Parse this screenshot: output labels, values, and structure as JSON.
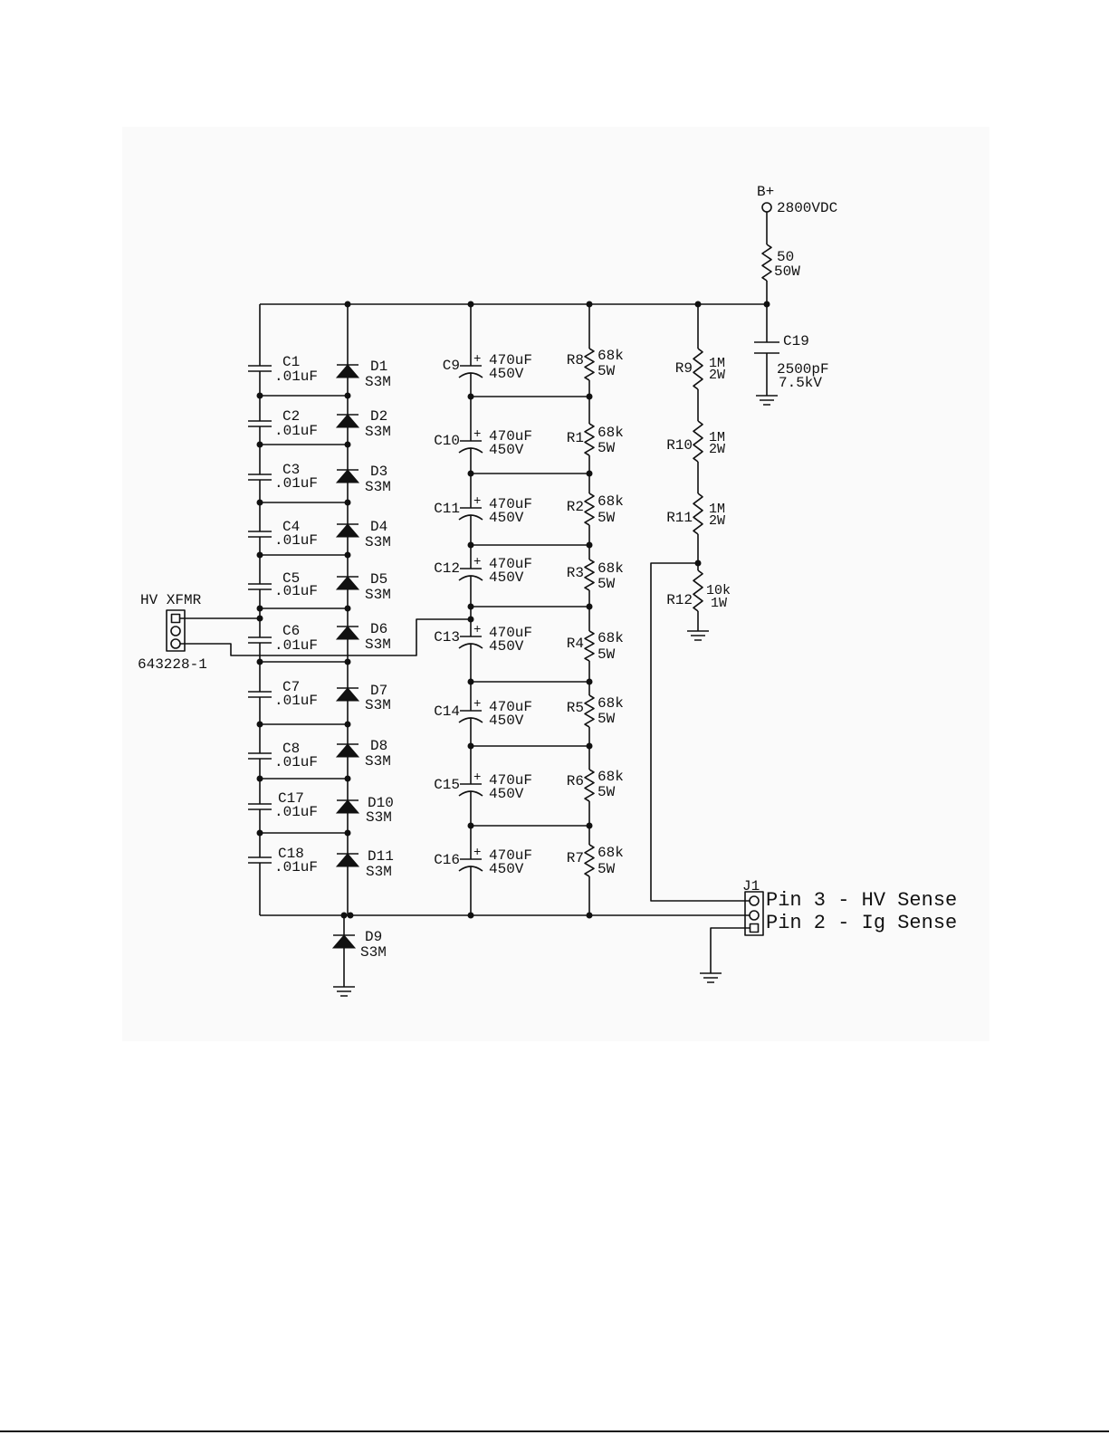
{
  "supply": {
    "label": "B+",
    "voltage": "2800VDC"
  },
  "input_resistor": {
    "value": "50",
    "power": "50W"
  },
  "c19": {
    "ref": "C19",
    "value": "2500pF",
    "rating": "7.5kV"
  },
  "hv_xfmr": {
    "name": "HV XFMR",
    "part": "643228-1"
  },
  "ladder_caps": [
    {
      "ref": "C1",
      "value": ".01uF"
    },
    {
      "ref": "C2",
      "value": ".01uF"
    },
    {
      "ref": "C3",
      "value": ".01uF"
    },
    {
      "ref": "C4",
      "value": ".01uF"
    },
    {
      "ref": "C5",
      "value": ".01uF"
    },
    {
      "ref": "C6",
      "value": ".01uF"
    },
    {
      "ref": "C7",
      "value": ".01uF"
    },
    {
      "ref": "C8",
      "value": ".01uF"
    },
    {
      "ref": "C17",
      "value": ".01uF"
    },
    {
      "ref": "C18",
      "value": ".01uF"
    }
  ],
  "ladder_diodes": [
    {
      "ref": "D1",
      "part": "S3M"
    },
    {
      "ref": "D2",
      "part": "S3M"
    },
    {
      "ref": "D3",
      "part": "S3M"
    },
    {
      "ref": "D4",
      "part": "S3M"
    },
    {
      "ref": "D5",
      "part": "S3M"
    },
    {
      "ref": "D6",
      "part": "S3M"
    },
    {
      "ref": "D7",
      "part": "S3M"
    },
    {
      "ref": "D8",
      "part": "S3M"
    },
    {
      "ref": "D10",
      "part": "S3M"
    },
    {
      "ref": "D11",
      "part": "S3M"
    }
  ],
  "d9": {
    "ref": "D9",
    "part": "S3M"
  },
  "filter_caps": [
    {
      "ref": "C9",
      "polarity": "+",
      "value": "470uF",
      "rating": "450V"
    },
    {
      "ref": "C10",
      "polarity": "+",
      "value": "470uF",
      "rating": "450V"
    },
    {
      "ref": "C11",
      "polarity": "+",
      "value": "470uF",
      "rating": "450V"
    },
    {
      "ref": "C12",
      "polarity": "+",
      "value": "470uF",
      "rating": "450V"
    },
    {
      "ref": "C13",
      "polarity": "+",
      "value": "470uF",
      "rating": "450V"
    },
    {
      "ref": "C14",
      "polarity": "+",
      "value": "470uF",
      "rating": "450V"
    },
    {
      "ref": "C15",
      "polarity": "+",
      "value": "470uF",
      "rating": "450V"
    },
    {
      "ref": "C16",
      "polarity": "+",
      "value": "470uF",
      "rating": "450V"
    }
  ],
  "bleeder_resistors": [
    {
      "ref": "R8",
      "value": "68k",
      "power": "5W"
    },
    {
      "ref": "R1",
      "value": "68k",
      "power": "5W"
    },
    {
      "ref": "R2",
      "value": "68k",
      "power": "5W"
    },
    {
      "ref": "R3",
      "value": "68k",
      "power": "5W"
    },
    {
      "ref": "R4",
      "value": "68k",
      "power": "5W"
    },
    {
      "ref": "R5",
      "value": "68k",
      "power": "5W"
    },
    {
      "ref": "R6",
      "value": "68k",
      "power": "5W"
    },
    {
      "ref": "R7",
      "value": "68k",
      "power": "5W"
    }
  ],
  "divider_resistors": [
    {
      "ref": "R9",
      "value": "1M",
      "power": "2W"
    },
    {
      "ref": "R10",
      "value": "1M",
      "power": "2W"
    },
    {
      "ref": "R11",
      "value": "1M",
      "power": "2W"
    },
    {
      "ref": "R12",
      "value": "10k",
      "power": "1W"
    }
  ],
  "j1": {
    "ref": "J1",
    "pin3_label": "Pin 3 - HV Sense",
    "pin2_label": "Pin 2 - Ig Sense"
  }
}
